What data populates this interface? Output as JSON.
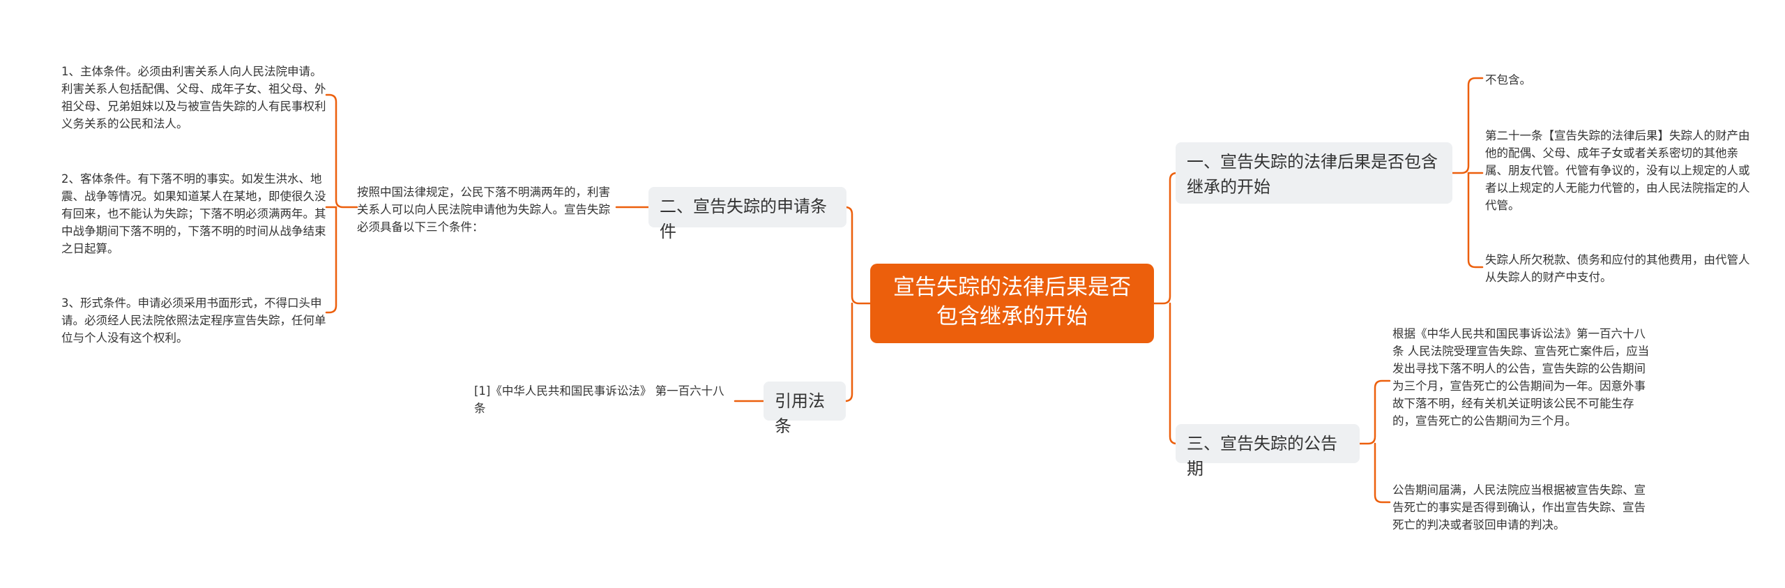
{
  "root": {
    "title": "宣告失踪的法律后果是否包含继承的开始"
  },
  "branches": {
    "application": {
      "label": "二、宣告失踪的申请条件"
    },
    "citation": {
      "label": "引用法条"
    },
    "legal_result": {
      "label": "一、宣告失踪的法律后果是否包含继承的开始"
    },
    "announcement": {
      "label": "三、宣告失踪的公告期"
    }
  },
  "leaves": {
    "application_intro": "按照中国法律规定，公民下落不明满两年的，利害关系人可以向人民法院申请他为失踪人。宣告失踪必须具备以下三个条件：",
    "subject_condition": "1、主体条件。必须由利害关系人向人民法院申请。利害关系人包括配偶、父母、成年子女、祖父母、外祖父母、兄弟姐妹以及与被宣告失踪的人有民事权利义务关系的公民和法人。",
    "object_condition": "2、客体条件。有下落不明的事实。如发生洪水、地震、战争等情况。如果知道某人在某地，即使很久没有回来，也不能认为失踪；下落不明必须满两年。其中战争期间下落不明的，下落不明的时间从战争结束之日起算。",
    "form_condition": "3、形式条件。申请必须采用书面形式，不得口头申请。必须经人民法院依照法定程序宣告失踪，任何单位与个人没有这个权利。",
    "citation_text": "[1]《中华人民共和国民事诉讼法》 第一百六十八条",
    "result_1": "不包含。",
    "result_2": "第二十一条【宣告失踪的法律后果】失踪人的财产由他的配偶、父母、成年子女或者关系密切的其他亲属、朋友代管。代管有争议的，没有以上规定的人或者以上规定的人无能力代管的，由人民法院指定的人代管。",
    "result_3": "失踪人所欠税款、债务和应付的其他费用，由代管人从失踪人的财产中支付。",
    "announcement_1": "根据《中华人民共和国民事诉讼法》第一百六十八条 人民法院受理宣告失踪、宣告死亡案件后，应当发出寻找下落不明人的公告，宣告失踪的公告期间为三个月，宣告死亡的公告期间为一年。因意外事故下落不明，经有关机关证明该公民不可能生存的，宣告死亡的公告期间为三个月。",
    "announcement_2": "公告期间届满，人民法院应当根据被宣告失踪、宣告死亡的事实是否得到确认，作出宣告失踪、宣告死亡的判决或者驳回申请的判决。"
  },
  "colors": {
    "accent": "#ec5f0c",
    "branch_bg": "#eef0f2",
    "text": "#333333"
  }
}
